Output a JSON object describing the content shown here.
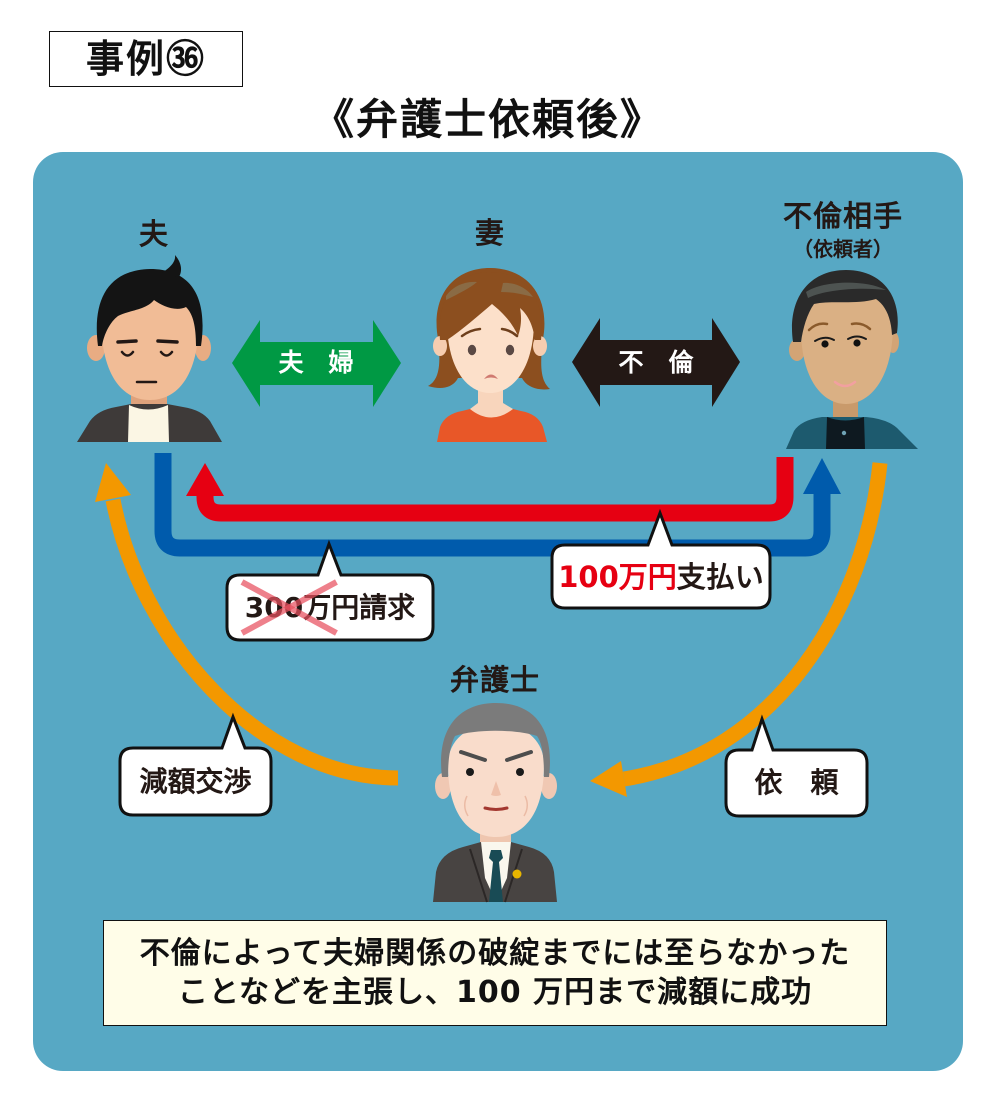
{
  "case_label": "事例㊱",
  "title": "《弁護士依頼後》",
  "colors": {
    "panel": "#57A8C4",
    "marriage_arrow": "#009944",
    "affair_arrow": "#231815",
    "claim_arrow": "#005BAC",
    "payment_arrow": "#E60012",
    "lawyer_arrows": "#F39800",
    "strike_mark": "#E8505F",
    "highlight_text": "#E60012",
    "summary_bg": "#FFFDE8",
    "text": "#231815"
  },
  "parties": {
    "husband": {
      "label": "夫",
      "icon": "man-dark-jacket-eyes-closed-illustration"
    },
    "wife": {
      "label": "妻",
      "icon": "worried-woman-orange-top-illustration"
    },
    "lover": {
      "label": "不倫相手",
      "sublabel": "（依頼者）",
      "icon": "smiling-man-teal-jacket-illustration"
    },
    "lawyer": {
      "label": "弁護士",
      "icon": "gray-haired-lawyer-with-badge-illustration"
    }
  },
  "relations": {
    "marriage": {
      "label": "夫　婦"
    },
    "affair": {
      "label": "不　倫"
    }
  },
  "flows": {
    "claim": {
      "struck_part": "300万",
      "rest": "円請求",
      "struck": true
    },
    "payment": {
      "amount": "100万円",
      "action": "支払い"
    },
    "negotiation": {
      "label": "減額交渉"
    },
    "request": {
      "label": "依　頼"
    }
  },
  "summary": {
    "lines": [
      "不倫によって夫婦関係の破綻までには至らなかった",
      "ことなどを主張し、100 万円まで減額に成功"
    ]
  }
}
